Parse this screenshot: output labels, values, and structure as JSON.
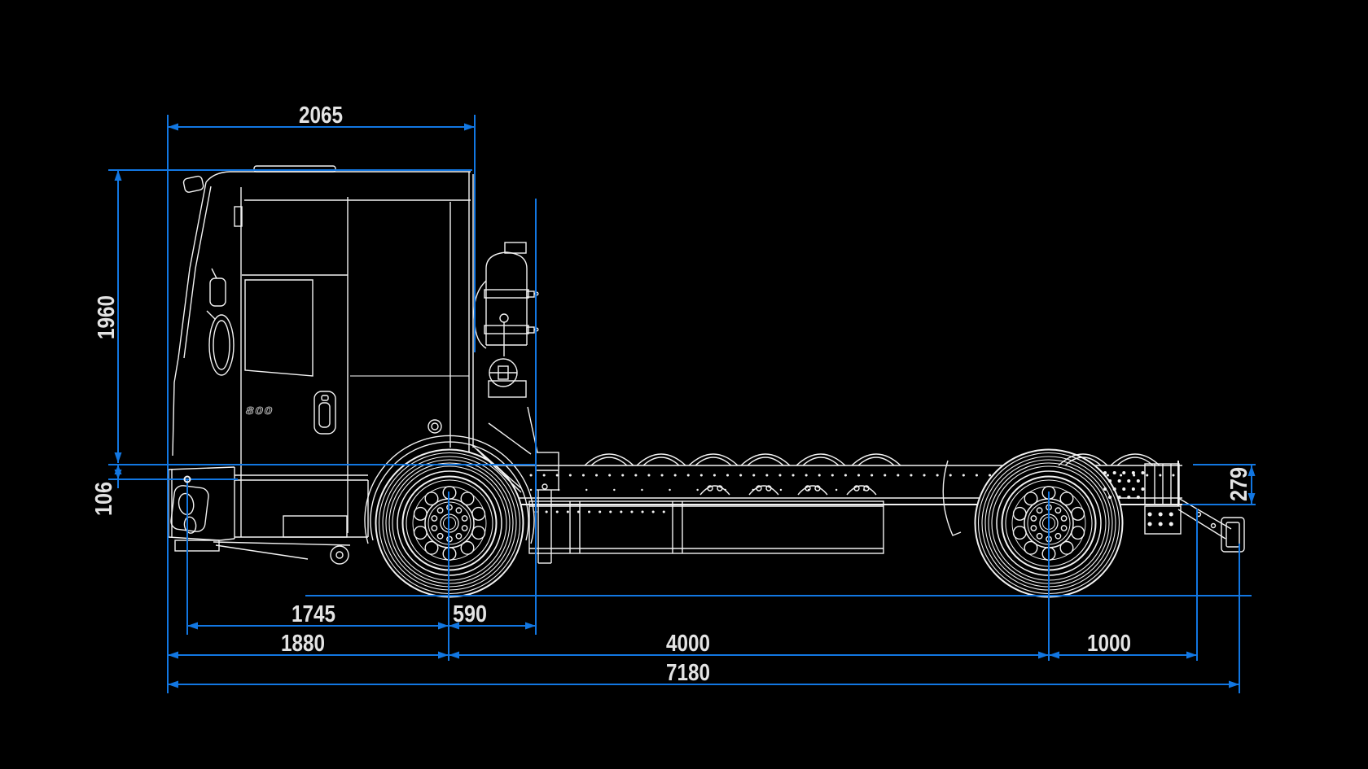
{
  "colors": {
    "background": "#000000",
    "dimension_blue": "#1277e2",
    "drawing_white": "#f2f2f2",
    "label_gray": "#e3e3e3"
  },
  "truck": {
    "cab_badge": "800"
  },
  "dimensions": {
    "cab_length": {
      "label": "2065",
      "orientation": "horizontal",
      "position": "top"
    },
    "cab_height": {
      "label": "1960",
      "orientation": "vertical",
      "position": "left"
    },
    "frame_offset": {
      "label": "106",
      "orientation": "vertical",
      "position": "left-lower"
    },
    "rear_frame_height": {
      "label": "279",
      "orientation": "vertical",
      "position": "right"
    },
    "front_to_axle": {
      "label": "1745",
      "orientation": "horizontal",
      "position": "bottom-row-1"
    },
    "axle_to_cab_rear": {
      "label": "590",
      "orientation": "horizontal",
      "position": "bottom-row-1"
    },
    "front_overhang": {
      "label": "1880",
      "orientation": "horizontal",
      "position": "bottom-row-2"
    },
    "wheelbase": {
      "label": "4000",
      "orientation": "horizontal",
      "position": "bottom-row-2"
    },
    "rear_overhang": {
      "label": "1000",
      "orientation": "horizontal",
      "position": "bottom-row-2"
    },
    "overall_length": {
      "label": "7180",
      "orientation": "horizontal",
      "position": "bottom-row-3"
    }
  }
}
